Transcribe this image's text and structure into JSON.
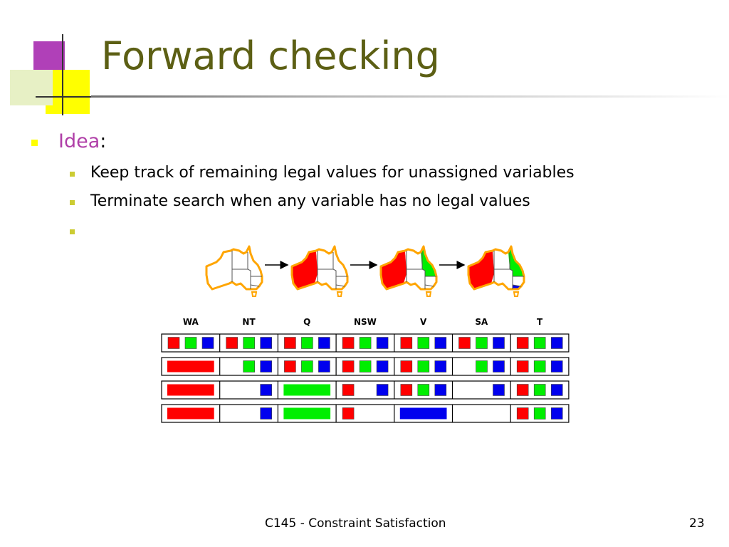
{
  "slide": {
    "title": "Forward checking",
    "idea_label": "Idea",
    "idea_colon": ":",
    "bullets": [
      "Keep track of remaining legal values for unassigned variables",
      "Terminate search when any variable has no legal values",
      ""
    ],
    "footer": "C145 - Constraint Satisfaction",
    "page_number": "23"
  },
  "colors": {
    "title": "#5c5f14",
    "idea_accent": "#b040a8",
    "red": "#ff0000",
    "green": "#00ee00",
    "blue": "#0000ee",
    "map_outline": "#ffa500"
  },
  "figure": {
    "variables": [
      "WA",
      "NT",
      "Q",
      "NSW",
      "V",
      "SA",
      "T"
    ],
    "map_sequence": [
      {
        "step": 0,
        "assigned": []
      },
      {
        "step": 1,
        "assigned": [
          {
            "var": "WA",
            "color": "red"
          }
        ]
      },
      {
        "step": 2,
        "assigned": [
          {
            "var": "WA",
            "color": "red"
          },
          {
            "var": "Q",
            "color": "green"
          }
        ]
      },
      {
        "step": 3,
        "assigned": [
          {
            "var": "WA",
            "color": "red"
          },
          {
            "var": "Q",
            "color": "green"
          },
          {
            "var": "V",
            "color": "blue"
          }
        ]
      }
    ],
    "domain_rows": [
      {
        "WA": {
          "values": [
            "red",
            "green",
            "blue"
          ],
          "assigned": false
        },
        "NT": {
          "values": [
            "red",
            "green",
            "blue"
          ],
          "assigned": false
        },
        "Q": {
          "values": [
            "red",
            "green",
            "blue"
          ],
          "assigned": false
        },
        "NSW": {
          "values": [
            "red",
            "green",
            "blue"
          ],
          "assigned": false
        },
        "V": {
          "values": [
            "red",
            "green",
            "blue"
          ],
          "assigned": false
        },
        "SA": {
          "values": [
            "red",
            "green",
            "blue"
          ],
          "assigned": false
        },
        "T": {
          "values": [
            "red",
            "green",
            "blue"
          ],
          "assigned": false
        }
      },
      {
        "WA": {
          "values": [
            "red"
          ],
          "assigned": true
        },
        "NT": {
          "values": [
            "green",
            "blue"
          ],
          "assigned": false
        },
        "Q": {
          "values": [
            "red",
            "green",
            "blue"
          ],
          "assigned": false
        },
        "NSW": {
          "values": [
            "red",
            "green",
            "blue"
          ],
          "assigned": false
        },
        "V": {
          "values": [
            "red",
            "green",
            "blue"
          ],
          "assigned": false
        },
        "SA": {
          "values": [
            "green",
            "blue"
          ],
          "assigned": false
        },
        "T": {
          "values": [
            "red",
            "green",
            "blue"
          ],
          "assigned": false
        }
      },
      {
        "WA": {
          "values": [
            "red"
          ],
          "assigned": true
        },
        "NT": {
          "values": [
            "blue"
          ],
          "assigned": false
        },
        "Q": {
          "values": [
            "green"
          ],
          "assigned": true
        },
        "NSW": {
          "values": [
            "red",
            "blue"
          ],
          "assigned": false
        },
        "V": {
          "values": [
            "red",
            "green",
            "blue"
          ],
          "assigned": false
        },
        "SA": {
          "values": [
            "blue"
          ],
          "assigned": false
        },
        "T": {
          "values": [
            "red",
            "green",
            "blue"
          ],
          "assigned": false
        }
      },
      {
        "WA": {
          "values": [
            "red"
          ],
          "assigned": true
        },
        "NT": {
          "values": [
            "blue"
          ],
          "assigned": false
        },
        "Q": {
          "values": [
            "green"
          ],
          "assigned": true
        },
        "NSW": {
          "values": [
            "red"
          ],
          "assigned": false
        },
        "V": {
          "values": [
            "blue"
          ],
          "assigned": true
        },
        "SA": {
          "values": [],
          "assigned": false
        },
        "T": {
          "values": [
            "red",
            "green",
            "blue"
          ],
          "assigned": false
        }
      }
    ]
  }
}
